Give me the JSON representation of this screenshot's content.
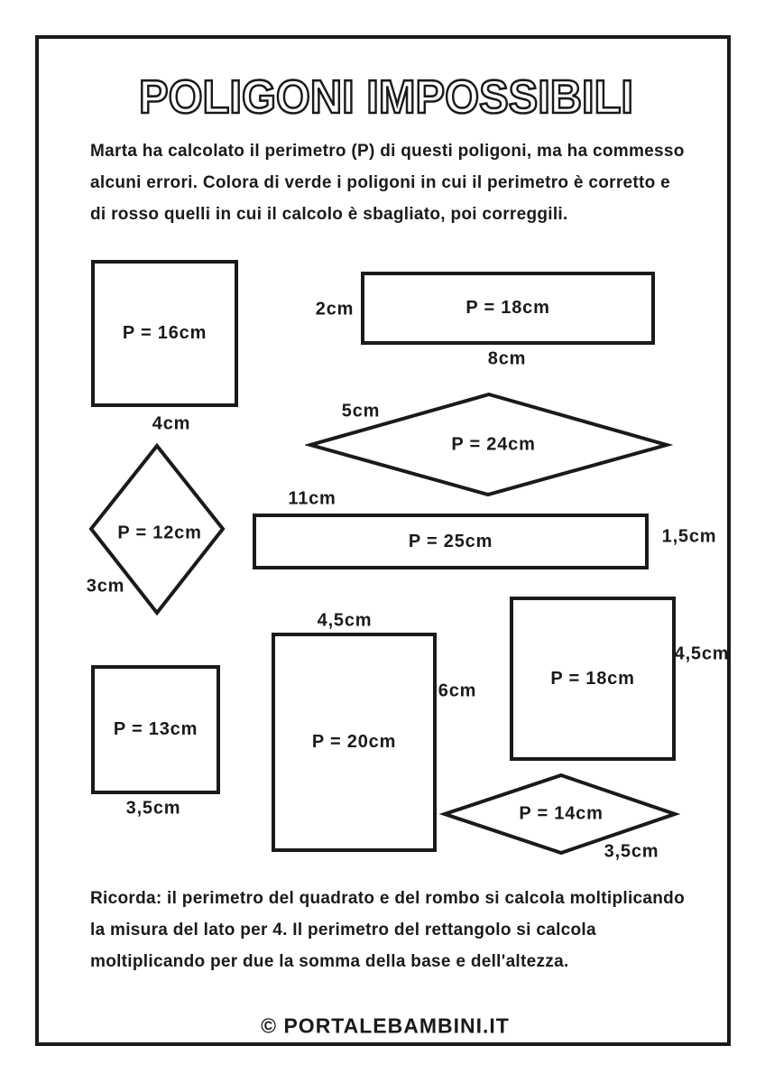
{
  "page": {
    "title": "POLIGONI IMPOSSIBILI",
    "footer": "© PORTALEBAMBINI.IT"
  },
  "instructions": {
    "lines": [
      "Marta ha calcolato il perimetro (P) di questi poligoni, ma ha commesso",
      "alcuni errori. Colora di verde i poligoni in cui il perimetro è corretto e",
      "di rosso quelli in cui il calcolo è sbagliato, poi correggili."
    ]
  },
  "note": {
    "lines": [
      "Ricorda: il perimetro del quadrato e del rombo si calcola moltiplicando",
      "la misura del lato per 4. Il perimetro del rettangolo si calcola",
      "moltiplicando per due la somma della base e dell'altezza."
    ]
  },
  "shapes": {
    "square16": {
      "type": "square",
      "perimeter": "P = 16cm",
      "side": "4cm"
    },
    "rect18top": {
      "type": "rectangle",
      "perimeter": "P = 18cm",
      "side_left": "2cm",
      "base": "8cm"
    },
    "rhombus24": {
      "type": "rhombus",
      "perimeter": "P = 24cm",
      "side": "5cm"
    },
    "rect25": {
      "type": "rectangle",
      "perimeter": "P = 25cm",
      "base_top": "11cm",
      "side_right": "1,5cm"
    },
    "rhombus12": {
      "type": "rhombus",
      "perimeter": "P = 12cm",
      "side": "3cm"
    },
    "square13": {
      "type": "square",
      "perimeter": "P = 13cm",
      "side": "3,5cm"
    },
    "rect20": {
      "type": "rectangle",
      "perimeter": "P = 20cm",
      "base_top": "4,5cm",
      "side_right": "6cm"
    },
    "square18": {
      "type": "square",
      "perimeter": "P = 18cm",
      "side_right": "4,5cm"
    },
    "rhombus14": {
      "type": "rhombus",
      "perimeter": "P = 14cm",
      "side": "3,5cm"
    }
  },
  "colors": {
    "ink": "#1a1a1a",
    "paper": "#ffffff"
  }
}
